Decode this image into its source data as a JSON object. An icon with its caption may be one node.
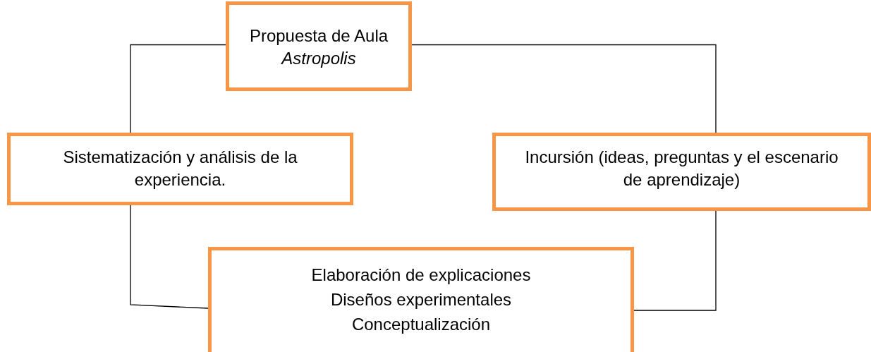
{
  "diagram": {
    "nodes": [
      {
        "text": [
          "Propuesta de Aula",
          "Astropolis"
        ]
      },
      {
        "text": [
          "Sistematización y análisis de la experiencia."
        ]
      },
      {
        "text": [
          "Incursión (ideas, preguntas y el escenario de aprendizaje)"
        ]
      },
      {
        "text": [
          "Elaboración de explicaciones",
          "Diseños experimentales",
          "Conceptualización"
        ]
      }
    ],
    "edges": [
      {
        "from": 0,
        "to": 1,
        "arrow": "none"
      },
      {
        "from": 0,
        "to": 2,
        "arrow": "none"
      },
      {
        "from": 1,
        "to": 3,
        "arrow": "none"
      },
      {
        "from": 2,
        "to": 3,
        "arrow": "none"
      }
    ]
  }
}
